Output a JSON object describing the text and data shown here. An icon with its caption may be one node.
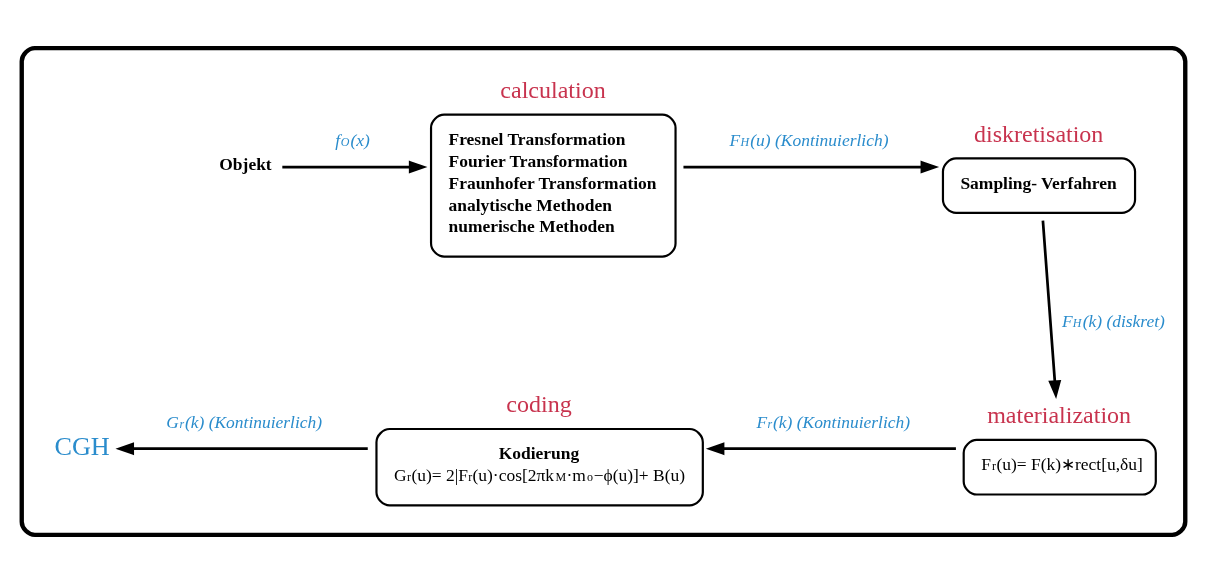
{
  "diagram": {
    "nodes": [
      {
        "text": [],
        "shape": "box"
      },
      {
        "text": [
          "Objekt"
        ],
        "in": 0
      },
      {
        "text": [
          "Fresnel Transformation",
          "Fourier Transformation",
          "Fraunhofer Transformation",
          "analytische Methoden",
          "numerische Methoden"
        ],
        "beside": [
          "calculation"
        ],
        "in": 0
      },
      {
        "text": [
          "Sampling- Verfahren"
        ],
        "beside": [
          "diskretisation"
        ],
        "in": 0
      },
      {
        "text": [
          "F$_{r}$(u)= F(k)∗rect[u,δu]"
        ],
        "beside": [
          "materialization"
        ],
        "in": 0
      },
      {
        "text": [
          "Kodierung",
          "G$_{r}$(u)= 2|F$_{r}$(u)·cos[2πk$_{M}$·m$_{o}$−ϕ(u)]+ B(u)"
        ],
        "beside": [
          "coding"
        ],
        "in": 0
      },
      {
        "text": [
          "CGH"
        ],
        "in": 0
      }
    ],
    "edges": [
      {
        "from": 1,
        "to": 2,
        "arrow": "to",
        "label": "f$_{O}$(x)"
      },
      {
        "from": 2,
        "to": 3,
        "arrow": "to",
        "label": "F$_{H}$(u) (Kontinuierlich)"
      },
      {
        "from": 3,
        "to": 4,
        "arrow": "to",
        "label": "F$_{H}$(k) (diskret)"
      },
      {
        "from": 4,
        "to": 5,
        "arrow": "to",
        "label": "F$_{r}$(k) (Kontinuierlich)"
      },
      {
        "from": 5,
        "to": 6,
        "arrow": "to",
        "label": "G$_{r}$(k) (Kontinuierlich)"
      }
    ]
  }
}
